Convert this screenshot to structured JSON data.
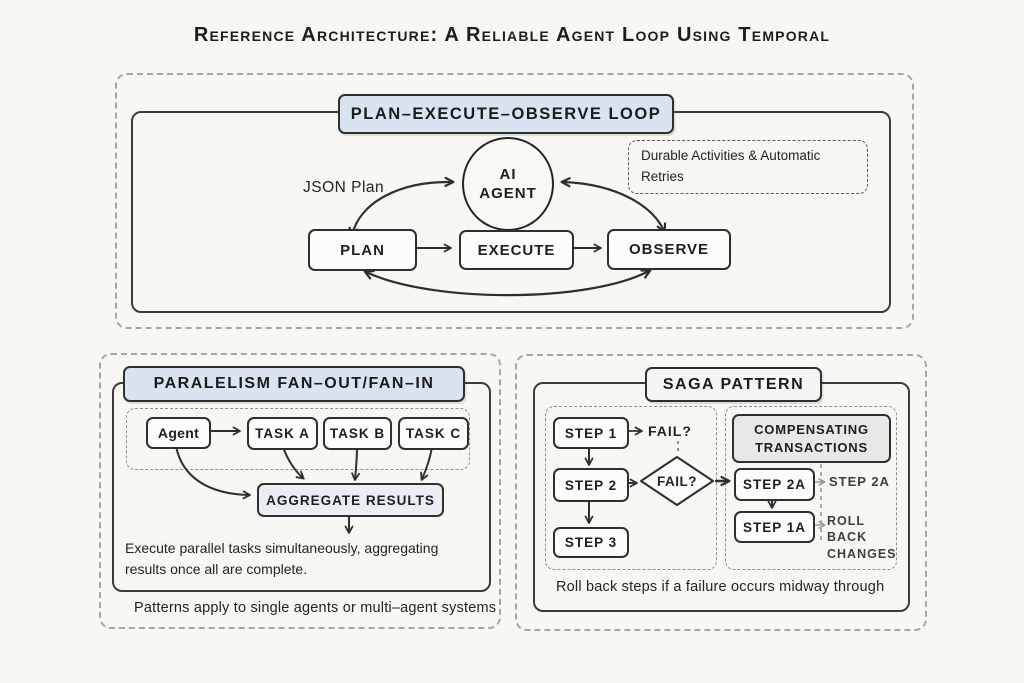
{
  "title": "Reference Architecture: A Reliable Agent Loop Using Temporal",
  "colors": {
    "background": "#f8f7f4",
    "stroke_dark": "#2f2f2f",
    "dashed_grey": "#a6a6a6",
    "title_fill_blue": "#d9e4f0",
    "box_fill": "#fcfcfb",
    "aggregate_fill": "#eaeef3",
    "compensating_fill": "#e8e8e6",
    "saga_title_fill": "#f5f5f3",
    "grey_annotation": "#8f8f8f"
  },
  "loop": {
    "title": "PLAN–EXECUTE–OBSERVE LOOP",
    "agent": "AI AGENT",
    "json_plan_label": "JSON Plan",
    "note": "Durable Activities & Automatic Retries",
    "plan": "PLAN",
    "execute": "EXECUTE",
    "observe": "OBSERVE"
  },
  "fanout": {
    "title": "PARALELISM FAN–OUT/FAN–IN",
    "agent": "Agent",
    "tasks": [
      "TASK A",
      "TASK B",
      "TASK C"
    ],
    "aggregate": "AGGREGATE RESULTS",
    "description": "Execute parallel tasks simultaneously, aggregating results once all are complete.",
    "footer": "Patterns apply to single agents or multi–agent systems"
  },
  "saga": {
    "title": "SAGA PATTERN",
    "steps": [
      "STEP 1",
      "STEP 2",
      "STEP 3"
    ],
    "fail_text": "FAIL?",
    "fail_diamond": "FAIL?",
    "compensating_title": "COMPENSATING TRANSACTIONS",
    "comp_steps": [
      "STEP 2A",
      "STEP 1A"
    ],
    "note_step2a": "STEP 2A",
    "note_rollback": "ROLL BACK CHANGES",
    "footer": "Roll back steps if a failure occurs midway through"
  }
}
